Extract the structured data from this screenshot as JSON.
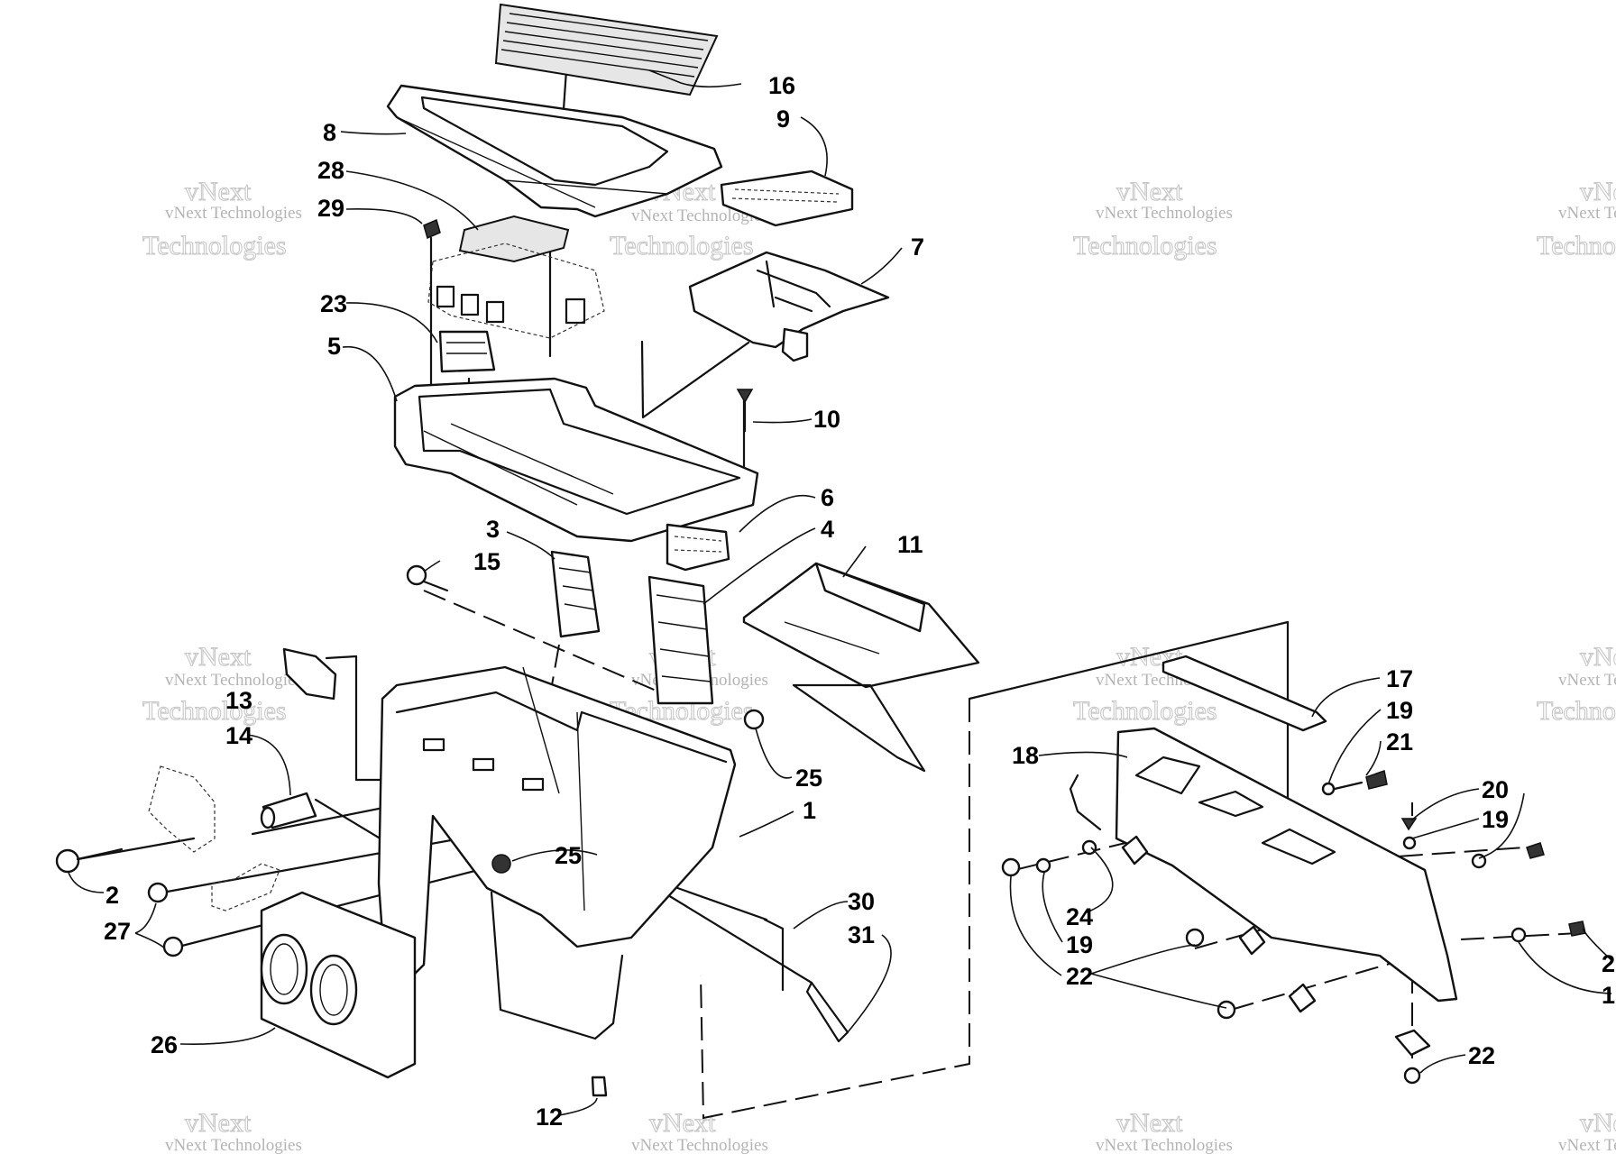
{
  "callouts": [
    {
      "text": "16"
    },
    {
      "text": "9"
    },
    {
      "text": "8"
    },
    {
      "text": "28"
    },
    {
      "text": "29"
    },
    {
      "text": "7"
    },
    {
      "text": "23"
    },
    {
      "text": "5"
    },
    {
      "text": "10"
    },
    {
      "text": "6"
    },
    {
      "text": "3"
    },
    {
      "text": "4"
    },
    {
      "text": "11"
    },
    {
      "text": "15"
    },
    {
      "text": "13"
    },
    {
      "text": "14"
    },
    {
      "text": "25"
    },
    {
      "text": "1"
    },
    {
      "text": "25"
    },
    {
      "text": "2"
    },
    {
      "text": "27"
    },
    {
      "text": "30"
    },
    {
      "text": "31"
    },
    {
      "text": "26"
    },
    {
      "text": "12"
    },
    {
      "text": "17"
    },
    {
      "text": "19"
    },
    {
      "text": "21"
    },
    {
      "text": "18"
    },
    {
      "text": "20"
    },
    {
      "text": "19"
    },
    {
      "text": "24"
    },
    {
      "text": "19"
    },
    {
      "text": "22"
    },
    {
      "text": "2"
    },
    {
      "text": "1"
    },
    {
      "text": "22"
    }
  ],
  "watermark": {
    "company": "vNext Technologies",
    "line1": "vNext",
    "line2": "Technologies"
  }
}
